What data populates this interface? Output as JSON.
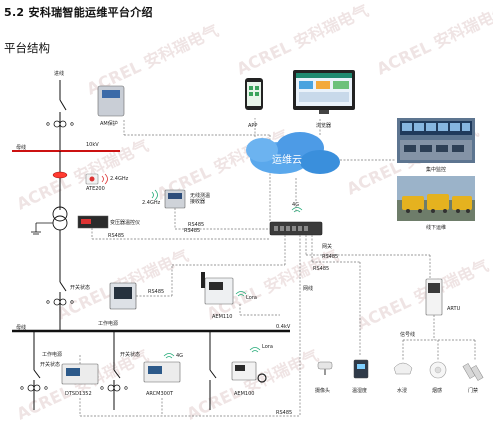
{
  "heading": {
    "title": "5.2 安科瑞智能运维平台介绍",
    "subtitle": "平台结构"
  },
  "watermark": "ACREL 安科瑞电气",
  "labels": {
    "incoming": "进线",
    "am_protect": "AM保护",
    "bus_top": "母线",
    "bus_10kv": "10kV",
    "ate200": "ATE200",
    "freq_24": "2.4GHz",
    "freq_24b": "2.4GHz",
    "wireless_meter": "无线测温接收器",
    "transformer_temp": "变压器温控仪",
    "rs485_a": "RS485",
    "rs485_b": "RS485",
    "rs485_c": "RS485",
    "rs485_d": "RS485",
    "rs485_e": "RS485",
    "rs485_f": "RS485",
    "rs485_g": "RS485",
    "gateway": "网关",
    "g4_a": "4G",
    "g4_b": "4G",
    "app": "APP",
    "browser": "浏览器",
    "cloud": "运维云",
    "monitor_center": "集中监控",
    "onsite": "线下运维",
    "switch_state": "开关状态",
    "work_power": "工作电源",
    "aem110": "AEM110",
    "lora_a": "Lora",
    "lora_b": "Lora",
    "bus_bottom": "母线",
    "bus_04kv": "0.4kV",
    "network": "网线",
    "signal_line": "信号线",
    "artu": "ARTU",
    "work_power_b": "工作电源",
    "switch_state_b": "开关状态",
    "switch_state_c": "开关状态",
    "dtsd1352": "DTSD1352",
    "arcm300t": "ARCM300T",
    "aem100": "AEM100",
    "camera": "摄像头",
    "temp_humid": "温湿度",
    "water": "水浸",
    "smoke": "烟感",
    "door": "门禁"
  },
  "colors": {
    "bus_red": "#cc1111",
    "cloud_blue": "#3a8fdc",
    "dashed": "#777777"
  }
}
